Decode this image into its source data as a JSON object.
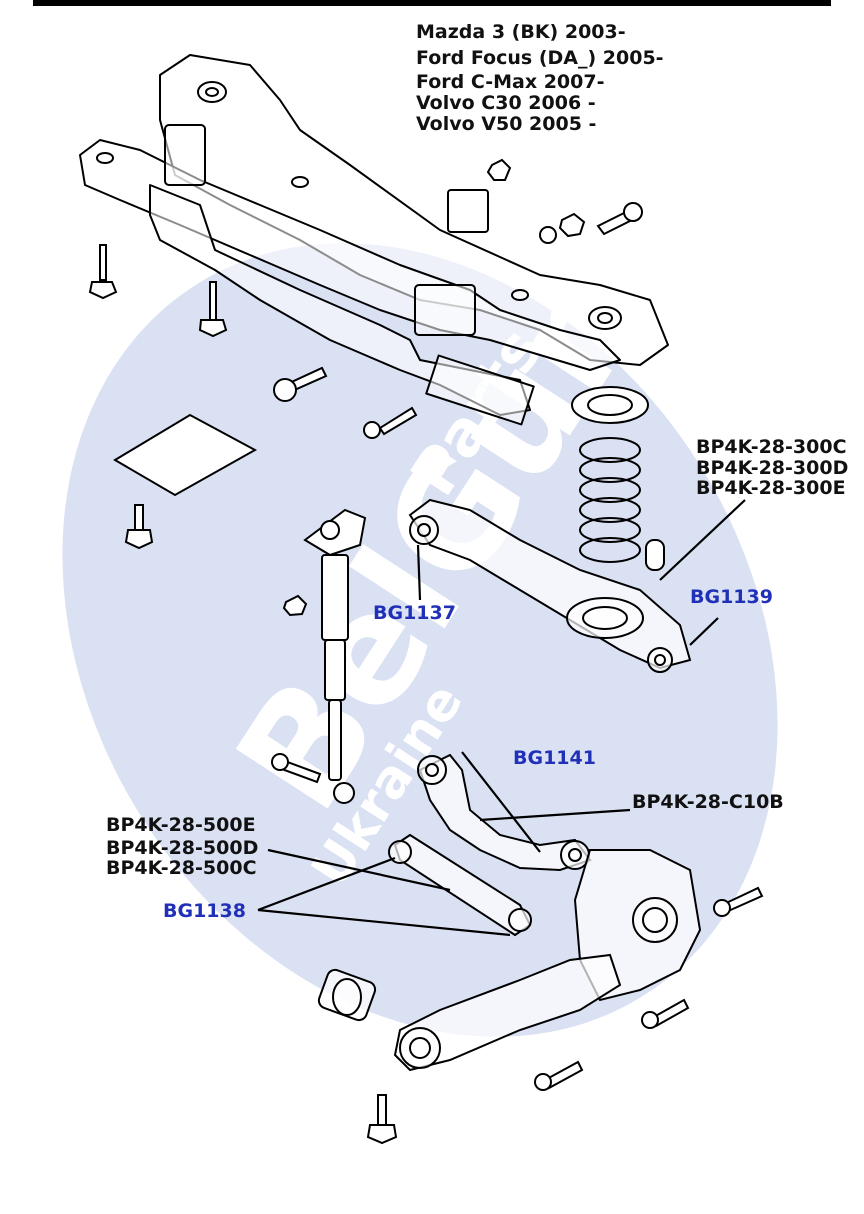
{
  "header": {
    "lines": [
      "Mazda 3 (BK)      2003-",
      "Ford Focus (DA_)  2005-",
      "Ford C-Max 2007-",
      "Volvo C30  2006 -",
      "Volvo V50 2005 -"
    ]
  },
  "labels": {
    "spring_part_1": "BP4K-28-300C",
    "spring_part_2": "BP4K-28-300D",
    "spring_part_3": "BP4K-28-300E",
    "bushing_bg1137": "BG1137",
    "bushing_bg1139": "BG1139",
    "bushing_bg1141": "BG1141",
    "upper_arm_part": "BP4K-28-C10B",
    "lower_arm_part_1": "BP4K-28-500E",
    "lower_arm_part_2": "BP4K-28-500D",
    "lower_arm_part_3": "BP4K-28-500C",
    "bushing_bg1138": "BG1138"
  },
  "watermark": {
    "brand": "BelGum",
    "word_top": "Parts",
    "word_bottom": "Ukraine"
  },
  "colors": {
    "part_number_text": "#111111",
    "bushing_code_text": "#2030b8",
    "watermark_fill": "#c9d4ee",
    "watermark_text": "#ffffff",
    "line_art": "#000000"
  }
}
